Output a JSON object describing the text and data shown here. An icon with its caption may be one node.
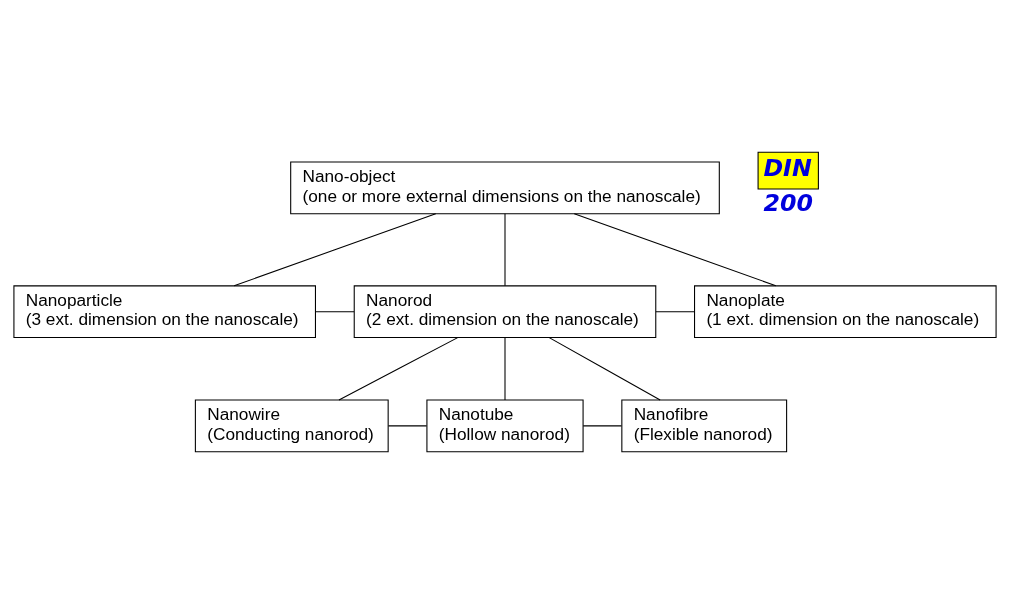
{
  "diagram": {
    "nodes": [
      {
        "text": [
          "Nano-object",
          "(one or more external dimensions on the nanoscale)"
        ]
      },
      {
        "text": [
          "Nanoparticle",
          "(3 ext. dimension on the nanoscale)"
        ]
      },
      {
        "text": [
          "Nanorod",
          "(2 ext. dimension on the nanoscale)"
        ]
      },
      {
        "text": [
          "Nanoplate",
          "(1 ext. dimension on the nanoscale)"
        ]
      },
      {
        "text": [
          "Nanowire",
          "(Conducting nanorod)"
        ]
      },
      {
        "text": [
          "Nanotube",
          "(Hollow nanorod)"
        ]
      },
      {
        "text": [
          "Nanofibre",
          "(Flexible nanorod)"
        ]
      },
      {
        "text": [
          "DIN"
        ],
        "beside": [
          "200"
        ]
      }
    ],
    "edges": [
      {
        "from": 0,
        "to": 1,
        "arrow": "none"
      },
      {
        "from": 0,
        "to": 2,
        "arrow": "none"
      },
      {
        "from": 0,
        "to": 3,
        "arrow": "none"
      },
      {
        "from": 1,
        "to": 2,
        "arrow": "none"
      },
      {
        "from": 2,
        "to": 3,
        "arrow": "none"
      },
      {
        "from": 2,
        "to": 4,
        "arrow": "none"
      },
      {
        "from": 2,
        "to": 5,
        "arrow": "none"
      },
      {
        "from": 2,
        "to": 6,
        "arrow": "none"
      },
      {
        "from": 4,
        "to": 5,
        "arrow": "none"
      },
      {
        "from": 5,
        "to": 6,
        "arrow": "none"
      }
    ]
  }
}
